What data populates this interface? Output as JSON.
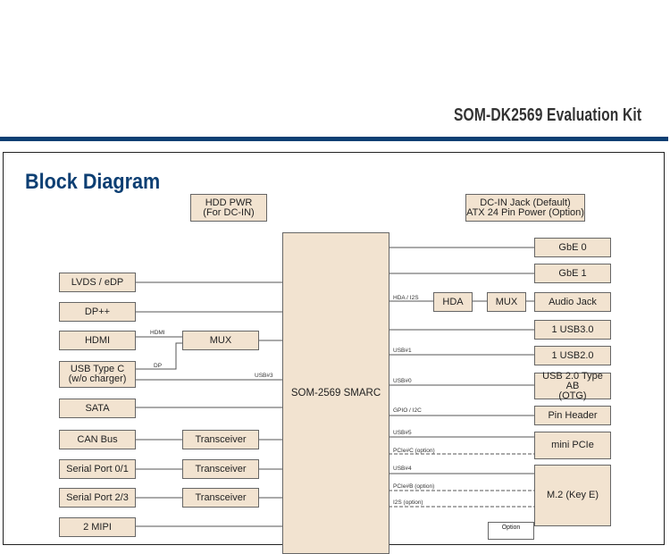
{
  "header": {
    "title": "SOM-DK2569 Evaluation Kit",
    "accent_color": "#0d3f73"
  },
  "diagram": {
    "title": "Block Diagram",
    "box_fill": "#f2e3d0",
    "center": "SOM-2569 SMARC",
    "power": {
      "hdd_pwr": "HDD PWR\n(For DC-IN)",
      "dc_in": "DC-IN Jack (Default)\nATX 24 Pin Power (Option)"
    },
    "left": {
      "lvds": "LVDS / eDP",
      "dp": "DP++",
      "hdmi": "HDMI",
      "usbc": "USB Type C\n(w/o charger)",
      "sata": "SATA",
      "can": "CAN Bus",
      "serial01": "Serial Port 0/1",
      "serial23": "Serial Port 2/3",
      "mipi": "2 MIPI",
      "mux": "MUX",
      "transceiver": "Transceiver"
    },
    "right": {
      "gbe0": "GbE 0",
      "gbe1": "GbE 1",
      "hda": "HDA",
      "mux": "MUX",
      "audio": "Audio Jack",
      "usb30": "1 USB3.0",
      "usb20": "1 USB2.0",
      "otg": "USB 2.0 Type AB\n(OTG)",
      "pin_header": "Pin Header",
      "mini_pcie": "mini PCIe",
      "m2": "M.2 (Key E)",
      "option": "Option"
    },
    "signals": {
      "hdmi": "HDMI",
      "dp": "DP",
      "usb3": "USB#3",
      "hda_i2s": "HDA / I2S",
      "usb1": "USB#1",
      "usb0": "USB#0",
      "gpio": "GPIO / I2C",
      "usb5": "USB#5",
      "pciec": "PCIe#C (option)",
      "usb4": "USB#4",
      "pcieb": "PCIe#B (option)",
      "i2s": "I2S (option)"
    }
  }
}
